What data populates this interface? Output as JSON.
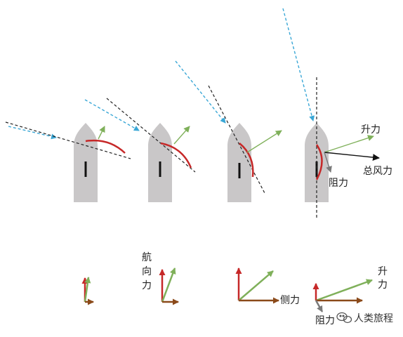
{
  "labels": {
    "lift": "升力",
    "total_wind_force": "总风力",
    "drag": "阻力",
    "heading_force": "航向力",
    "side_force": "侧力",
    "lift_bottom": "升力",
    "drag_bottom": "阻力"
  },
  "watermark": "人类旅程",
  "colors": {
    "boat": "#c9c7c8",
    "wind": "#3aa7d6",
    "lift": "#7fb05a",
    "drag": "#7a7a7a",
    "total": "#111111",
    "red": "#c62828",
    "brown": "#8b4a1a",
    "guide": "#222222"
  }
}
